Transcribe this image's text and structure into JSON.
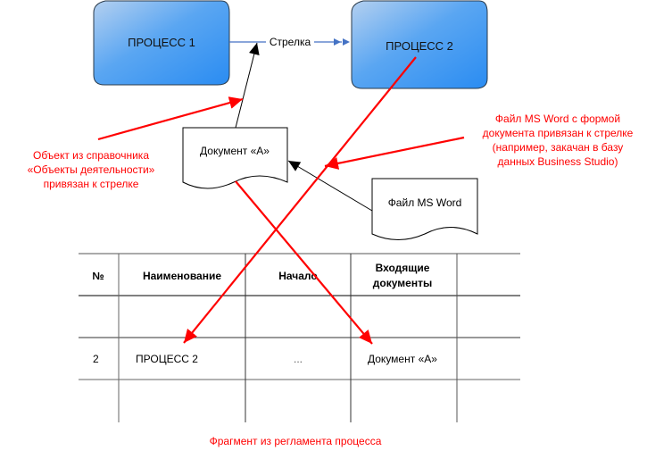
{
  "colors": {
    "process_fill_light": "#a8c8ee",
    "process_fill_dark": "#2f8cf0",
    "flow_arrow": "#4472c4",
    "annotation": "#ff0000",
    "line": "#000000"
  },
  "processes": [
    {
      "id": "p1",
      "label": "ПРОЦЕСС 1"
    },
    {
      "id": "p2",
      "label": "ПРОЦЕСС 2"
    }
  ],
  "flow": {
    "label": "Стрелка"
  },
  "documents": [
    {
      "id": "docA",
      "label": "Документ «А»"
    },
    {
      "id": "word",
      "label": "Файл MS Word"
    }
  ],
  "annotations": {
    "left": [
      "Объект из справочника",
      "«Объекты деятельности»",
      "привязан к стрелке"
    ],
    "right": [
      "Файл MS Word с формой",
      "документа привязан к стрелке",
      "(например, закачан в базу",
      "данных Business Studio)"
    ],
    "caption": "Фрагмент из регламента процесса"
  },
  "table": {
    "headers": [
      "№",
      "Наименование",
      "Начало",
      [
        "Входящие",
        "документы"
      ],
      ""
    ],
    "rows": [
      [
        "",
        "",
        "",
        "",
        ""
      ],
      [
        "2",
        "ПРОЦЕСС 2",
        "...",
        "Документ «А»",
        ""
      ],
      [
        "",
        "",
        "",
        "",
        ""
      ]
    ]
  }
}
